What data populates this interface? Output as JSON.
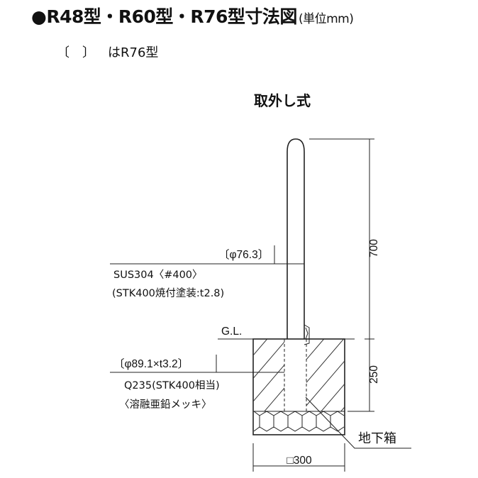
{
  "header": {
    "title": "●R48型・R60型・R76型寸法図",
    "unit": "(単位mm)",
    "note_bracket": "〔　〕",
    "note_text": "はR76型",
    "subtitle": "取外し式"
  },
  "labels": {
    "dia_post": "〔φ76.3〕",
    "material_1": "SUS304〈#400〉",
    "material_2": "(STK400焼付塗装:t2.8)",
    "gl": "G.L.",
    "dia_sleeve": "〔φ89.1×t3.2〕",
    "sleeve_mat_1": "Q235(STK400相当)",
    "sleeve_mat_2": "〈溶融亜鉛メッキ〉",
    "underground_box": "地下箱",
    "dim_height": "700",
    "dim_depth": "250",
    "dim_width": "□300"
  }
}
